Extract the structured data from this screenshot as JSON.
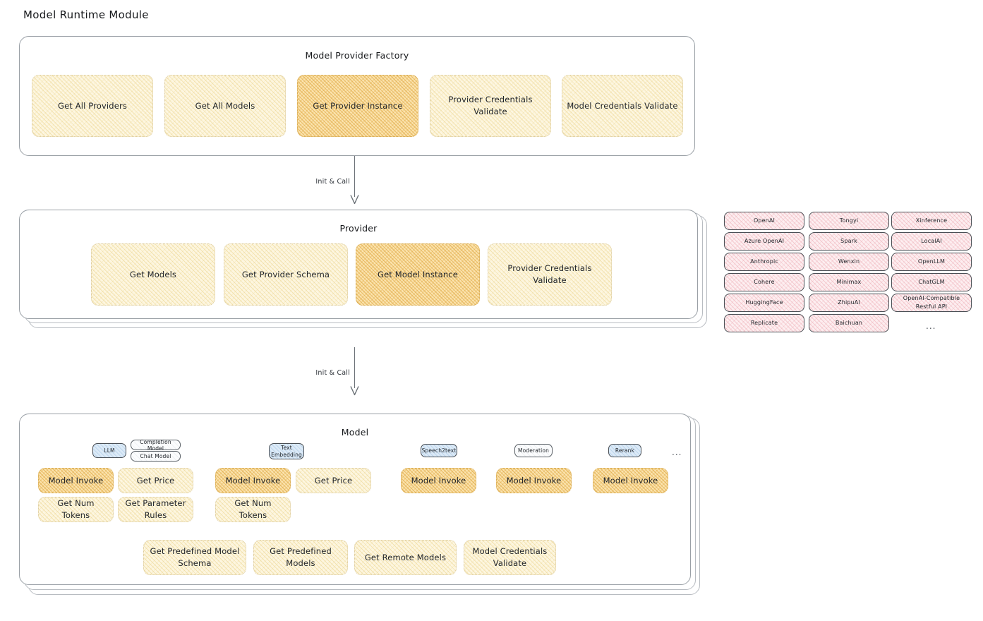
{
  "title": "Model Runtime Module",
  "factory": {
    "title": "Model Provider Factory",
    "nodes": [
      {
        "label": "Get All Providers",
        "style": "yellow"
      },
      {
        "label": "Get All Models",
        "style": "yellow"
      },
      {
        "label": "Get Provider Instance",
        "style": "amber"
      },
      {
        "label": "Provider Credentials Validate",
        "style": "yellow"
      },
      {
        "label": "Model Credentials Validate",
        "style": "yellow"
      }
    ]
  },
  "arrow1": {
    "label": "Init & Call"
  },
  "provider": {
    "title": "Provider",
    "nodes": [
      {
        "label": "Get Models",
        "style": "yellow"
      },
      {
        "label": "Get Provider Schema",
        "style": "yellow"
      },
      {
        "label": "Get Model Instance",
        "style": "amber"
      },
      {
        "label": "Provider Credentials Validate",
        "style": "yellow"
      }
    ]
  },
  "provider_list": {
    "columns": [
      {
        "items": [
          "OpenAI",
          "Azure OpenAI",
          "Anthropic",
          "Cohere",
          "HuggingFace",
          "Replicate"
        ]
      },
      {
        "items": [
          "Tongyi",
          "Spark",
          "Wenxin",
          "Minimax",
          "ZhipuAI",
          "Baichuan"
        ]
      },
      {
        "items": [
          "Xinference",
          "LocalAI",
          "OpenLLM",
          "ChatGLM",
          "OpenAI-Compatible Restful API"
        ]
      }
    ],
    "more": "..."
  },
  "arrow2": {
    "label": "Init & Call"
  },
  "model": {
    "title": "Model",
    "more": "...",
    "types": [
      {
        "badge": "LLM",
        "badge_style": "blue",
        "sub_badges": [
          "Completion Model",
          "Chat Model"
        ],
        "methods_row1": [
          {
            "label": "Model Invoke",
            "style": "amber"
          },
          {
            "label": "Get Price",
            "style": "yellow"
          }
        ],
        "methods_row2": [
          {
            "label": "Get Num Tokens",
            "style": "yellow"
          },
          {
            "label": "Get Parameter Rules",
            "style": "yellow"
          }
        ]
      },
      {
        "badge": "Text Embedding",
        "badge_style": "blue",
        "sub_badges": [],
        "methods_row1": [
          {
            "label": "Model Invoke",
            "style": "amber"
          },
          {
            "label": "Get Price",
            "style": "yellow"
          }
        ],
        "methods_row2": [
          {
            "label": "Get Num Tokens",
            "style": "yellow"
          }
        ]
      },
      {
        "badge": "Speech2text",
        "badge_style": "blue",
        "sub_badges": [],
        "methods_row1": [
          {
            "label": "Model Invoke",
            "style": "amber"
          }
        ],
        "methods_row2": []
      },
      {
        "badge": "Moderation",
        "badge_style": "white",
        "sub_badges": [],
        "methods_row1": [
          {
            "label": "Model Invoke",
            "style": "amber"
          }
        ],
        "methods_row2": []
      },
      {
        "badge": "Rerank",
        "badge_style": "blue",
        "sub_badges": [],
        "methods_row1": [
          {
            "label": "Model Invoke",
            "style": "amber"
          }
        ],
        "methods_row2": []
      }
    ],
    "common_methods": [
      {
        "label": "Get Predefined Model Schema",
        "style": "yellow"
      },
      {
        "label": "Get Predefined Models",
        "style": "yellow"
      },
      {
        "label": "Get Remote Models",
        "style": "yellow"
      },
      {
        "label": "Model Credentials Validate",
        "style": "yellow"
      }
    ]
  }
}
